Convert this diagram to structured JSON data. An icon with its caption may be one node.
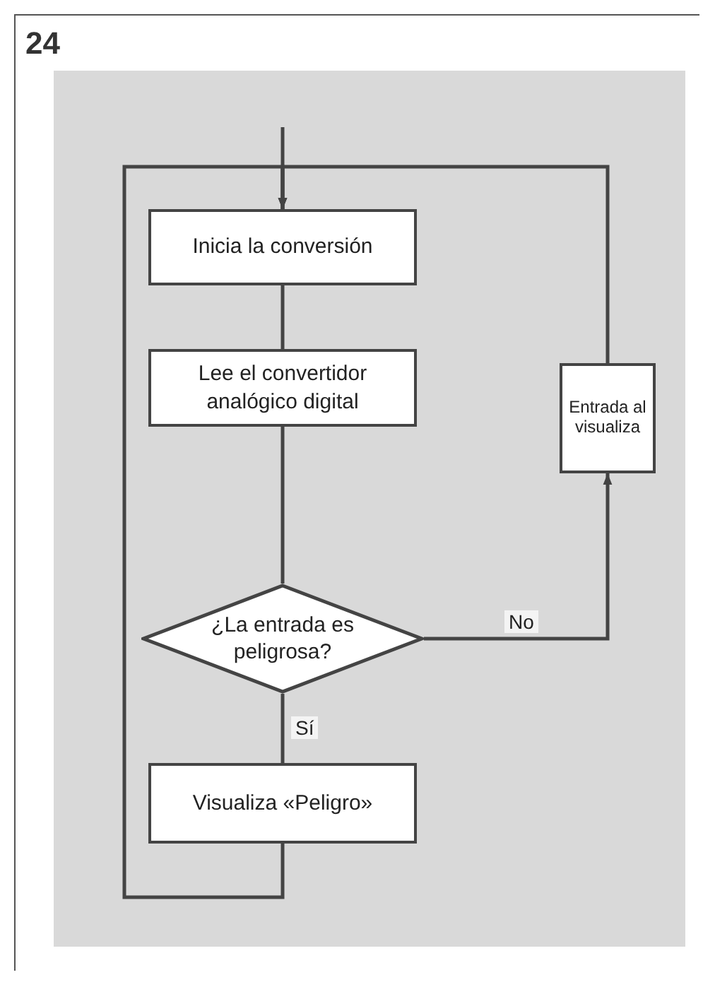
{
  "diagram": {
    "nodes": [
      {
        "text": [
          "Inicia la conversión"
        ]
      },
      {
        "text": [
          "Lee el convertidor analógico digital"
        ]
      },
      {
        "text": [
          "Entrada al visualiza"
        ]
      },
      {
        "text": [
          "¿La entrada es peligrosa?"
        ]
      },
      {
        "text": [
          "Visualiza «Peligro»"
        ]
      }
    ],
    "edges": [
      {
        "from": null,
        "to": 0,
        "arrow": "to"
      },
      {
        "from": 0,
        "to": 1,
        "arrow": "none"
      },
      {
        "from": 1,
        "to": 3,
        "arrow": "none"
      },
      {
        "from": 3,
        "to": 2,
        "arrow": "to",
        "label": "No"
      },
      {
        "from": 2,
        "to": 0,
        "arrow": "to"
      },
      {
        "from": 3,
        "to": 4,
        "arrow": "none",
        "label": "Sí"
      },
      {
        "from": 4,
        "to": 0,
        "arrow": "to"
      }
    ],
    "labels": [
      "24"
    ]
  }
}
